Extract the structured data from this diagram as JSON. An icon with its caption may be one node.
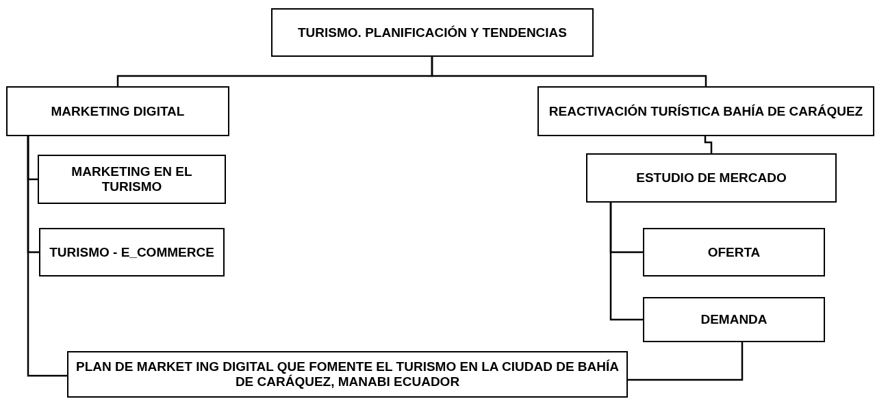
{
  "diagram": {
    "nodes": [
      {
        "text": [
          "TURISMO. PLANIFICACIÓN Y TENDENCIAS"
        ]
      },
      {
        "text": [
          "MARKETING DIGITAL"
        ]
      },
      {
        "text": [
          "REACTIVACIÓN TURÍSTICA BAHÍA DE CARÁQUEZ"
        ]
      },
      {
        "text": [
          "MARKETING EN EL TURISMO"
        ]
      },
      {
        "text": [
          "ESTUDIO DE MERCADO"
        ]
      },
      {
        "text": [
          "TURISMO - E_COMMERCE"
        ]
      },
      {
        "text": [
          "OFERTA"
        ]
      },
      {
        "text": [
          "DEMANDA"
        ]
      },
      {
        "text": [
          "PLAN DE MARKET ING DIGITAL QUE FOMENTE EL TURISMO EN LA CIUDAD DE BAHÍA DE CARÁQUEZ, MANABI ECUADOR"
        ]
      }
    ],
    "edges": [
      {
        "from": 0,
        "to": 1,
        "arrow": "none"
      },
      {
        "from": 0,
        "to": 2,
        "arrow": "none"
      },
      {
        "from": 1,
        "to": 3,
        "arrow": "none"
      },
      {
        "from": 1,
        "to": 5,
        "arrow": "none"
      },
      {
        "from": 1,
        "to": 8,
        "arrow": "none"
      },
      {
        "from": 2,
        "to": 4,
        "arrow": "none"
      },
      {
        "from": 4,
        "to": 6,
        "arrow": "none"
      },
      {
        "from": 4,
        "to": 7,
        "arrow": "none"
      },
      {
        "from": 7,
        "to": 8,
        "arrow": "none"
      }
    ]
  }
}
